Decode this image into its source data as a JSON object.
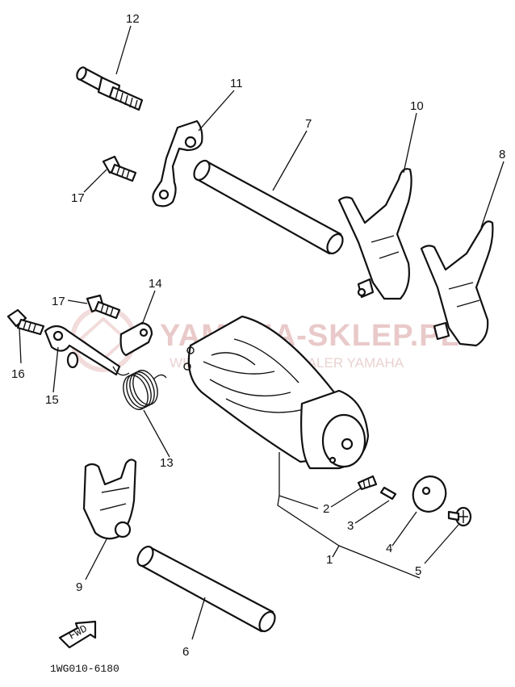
{
  "watermark": {
    "brand": "YAMAHA-SKLEP.PL",
    "tagline": "WIELKOPOLSKA | DEALER YAMAHA",
    "color": "#e6b8b8"
  },
  "diagram": {
    "catalog_code": "1WG010-6180",
    "front_arrow_label": "FWD",
    "callouts": {
      "p1": "1",
      "p2": "2",
      "p3": "3",
      "p4": "4",
      "p5": "5",
      "p6": "6",
      "p7": "7",
      "p8": "8",
      "p9": "9",
      "p10": "10",
      "p11": "11",
      "p12": "12",
      "p13": "13",
      "p14": "14",
      "p15": "15",
      "p16": "16",
      "p17a": "17",
      "p17b": "17"
    }
  }
}
